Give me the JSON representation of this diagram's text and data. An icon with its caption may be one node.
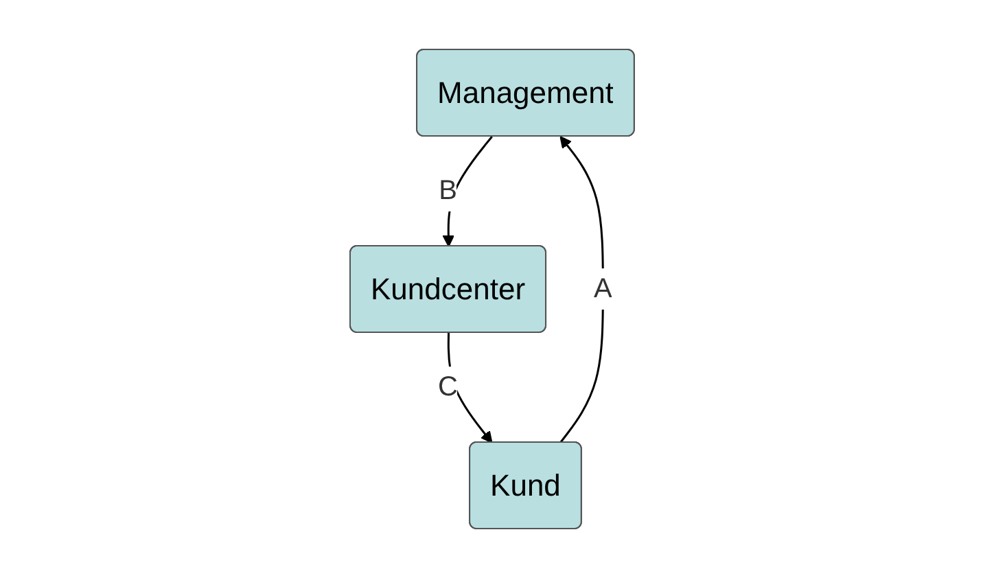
{
  "diagram": {
    "nodes": [
      {
        "text": [
          "Management"
        ]
      },
      {
        "text": [
          "Kundcenter"
        ]
      },
      {
        "text": [
          "Kund"
        ]
      }
    ],
    "edges": [
      {
        "from": 2,
        "to": 0,
        "arrow": "to",
        "label": "A"
      },
      {
        "from": 0,
        "to": 1,
        "arrow": "to",
        "label": "B"
      },
      {
        "from": 1,
        "to": 2,
        "arrow": "to",
        "label": "C"
      }
    ]
  }
}
